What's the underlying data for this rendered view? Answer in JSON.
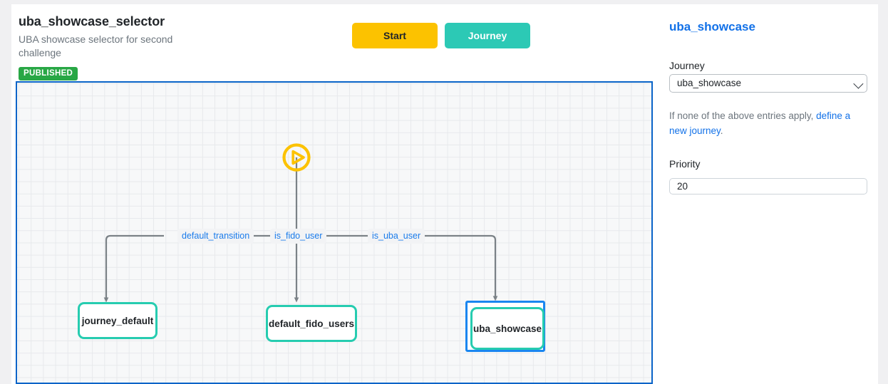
{
  "header": {
    "title": "uba_showcase_selector",
    "subtitle": "UBA showcase selector for second challenge",
    "status_badge": "PUBLISHED",
    "buttons": {
      "start": "Start",
      "journey": "Journey"
    }
  },
  "panel": {
    "title": "uba_showcase",
    "journey_label": "Journey",
    "journey_value": "uba_showcase",
    "journey_options": [
      "uba_showcase"
    ],
    "hint_prefix": "If none of the above entries apply, ",
    "hint_link": "define a new journey",
    "hint_suffix": ".",
    "priority_label": "Priority",
    "priority_value": "20"
  },
  "diagram": {
    "start_node": {
      "icon": "play-circle-icon",
      "color": "#fcc200"
    },
    "nodes": [
      {
        "id": "journey_default",
        "label": "journey_default",
        "selected": false
      },
      {
        "id": "default_fido_users",
        "label": "default_fido_users",
        "selected": false
      },
      {
        "id": "uba_showcase",
        "label": "uba_showcase",
        "selected": true
      }
    ],
    "edge_labels": [
      {
        "id": "default_transition",
        "label": "default_transition"
      },
      {
        "id": "is_fido_user",
        "label": "is_fido_user"
      },
      {
        "id": "is_uba_user",
        "label": "is_uba_user"
      }
    ]
  },
  "colors": {
    "accent_blue": "#1271e8",
    "node_teal": "#26ccb0",
    "start_amber": "#fcc200",
    "badge_green": "#28a745",
    "selection_blue": "#1a86f0",
    "canvas_border": "#0a64c8"
  }
}
